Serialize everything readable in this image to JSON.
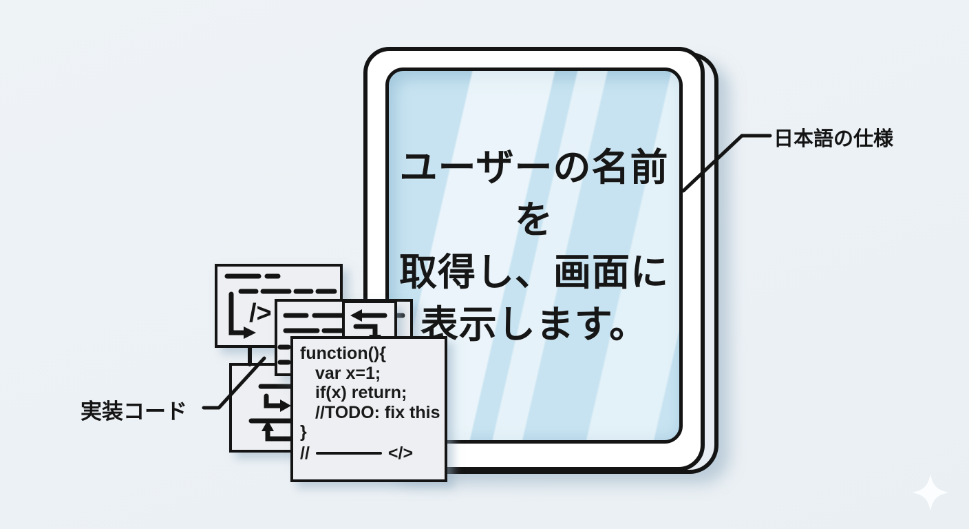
{
  "scene": {
    "type": "illustration",
    "colors": {
      "background": "#edf2f6",
      "ink": "#141414",
      "screen_blue": "#c7e3f1",
      "frame_white": "#ffffff",
      "card_gray": "#edeff2",
      "shadow_blue_gray": "#96afc3"
    }
  },
  "tablet": {
    "screen_text_lines": [
      "ユーザーの名前を",
      "取得し、画面に",
      "表示します。"
    ]
  },
  "labels": {
    "spec_label": "日本語の仕様",
    "impl_label": "実装コード"
  },
  "code_card": {
    "lines": [
      "function(){",
      "var x=1;",
      "if(x) return;",
      "//TODO: fix this",
      "}"
    ],
    "footer_prefix": "//",
    "footer_suffix": "</>"
  },
  "doc_cards": {
    "doc_a_symbol": "/>",
    "icon_names": [
      "flow-bracket-arrow-icon",
      "swap-arrows-icon",
      "elbow-arrow-icon",
      "up-arrow-icon",
      "sparkle-icon"
    ]
  }
}
